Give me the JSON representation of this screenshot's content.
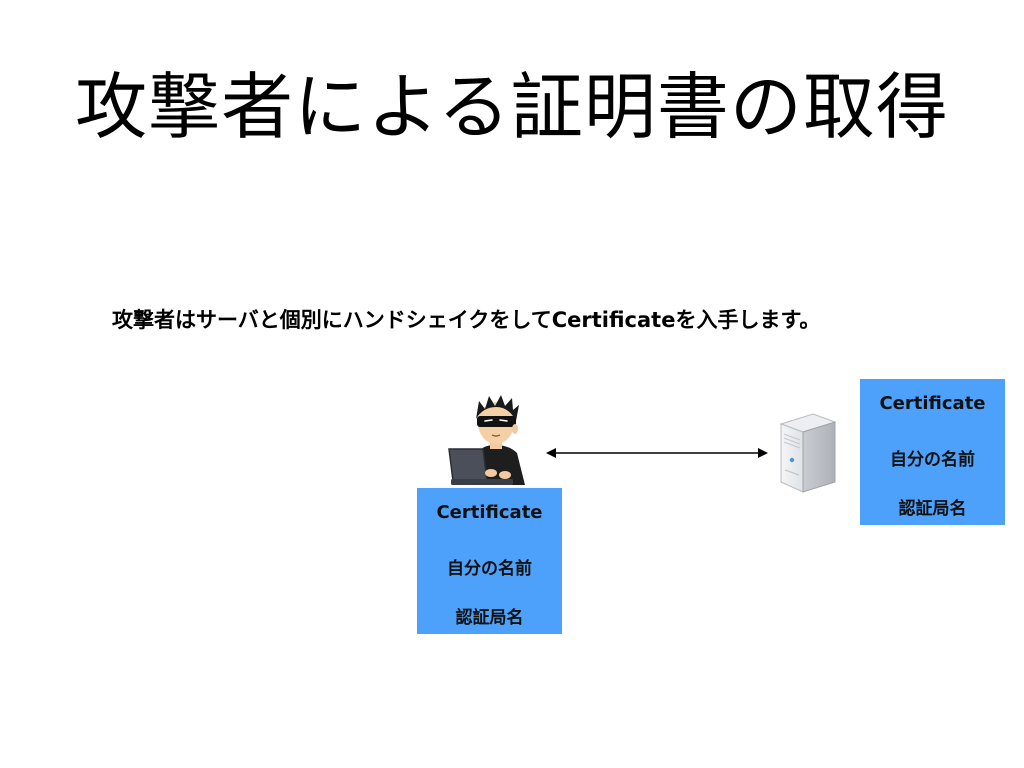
{
  "slide": {
    "title": "攻撃者による証明書の取得",
    "subtitle": "攻撃者はサーバと個別にハンドシェイクをしてCertificateを入手します。"
  },
  "attacker": {
    "icon": "hacker-with-laptop-icon",
    "certificate": {
      "title": "Certificate",
      "subject_name": "自分の名前",
      "issuer_name": "認証局名"
    }
  },
  "server": {
    "icon": "server-tower-icon",
    "certificate": {
      "title": "Certificate",
      "subject_name": "自分の名前",
      "issuer_name": "認証局名"
    }
  },
  "handshake": {
    "icon": "bidirectional-arrow-icon"
  },
  "colors": {
    "certificate_background": "#4da1fb",
    "text": "#000000",
    "background": "#ffffff"
  }
}
